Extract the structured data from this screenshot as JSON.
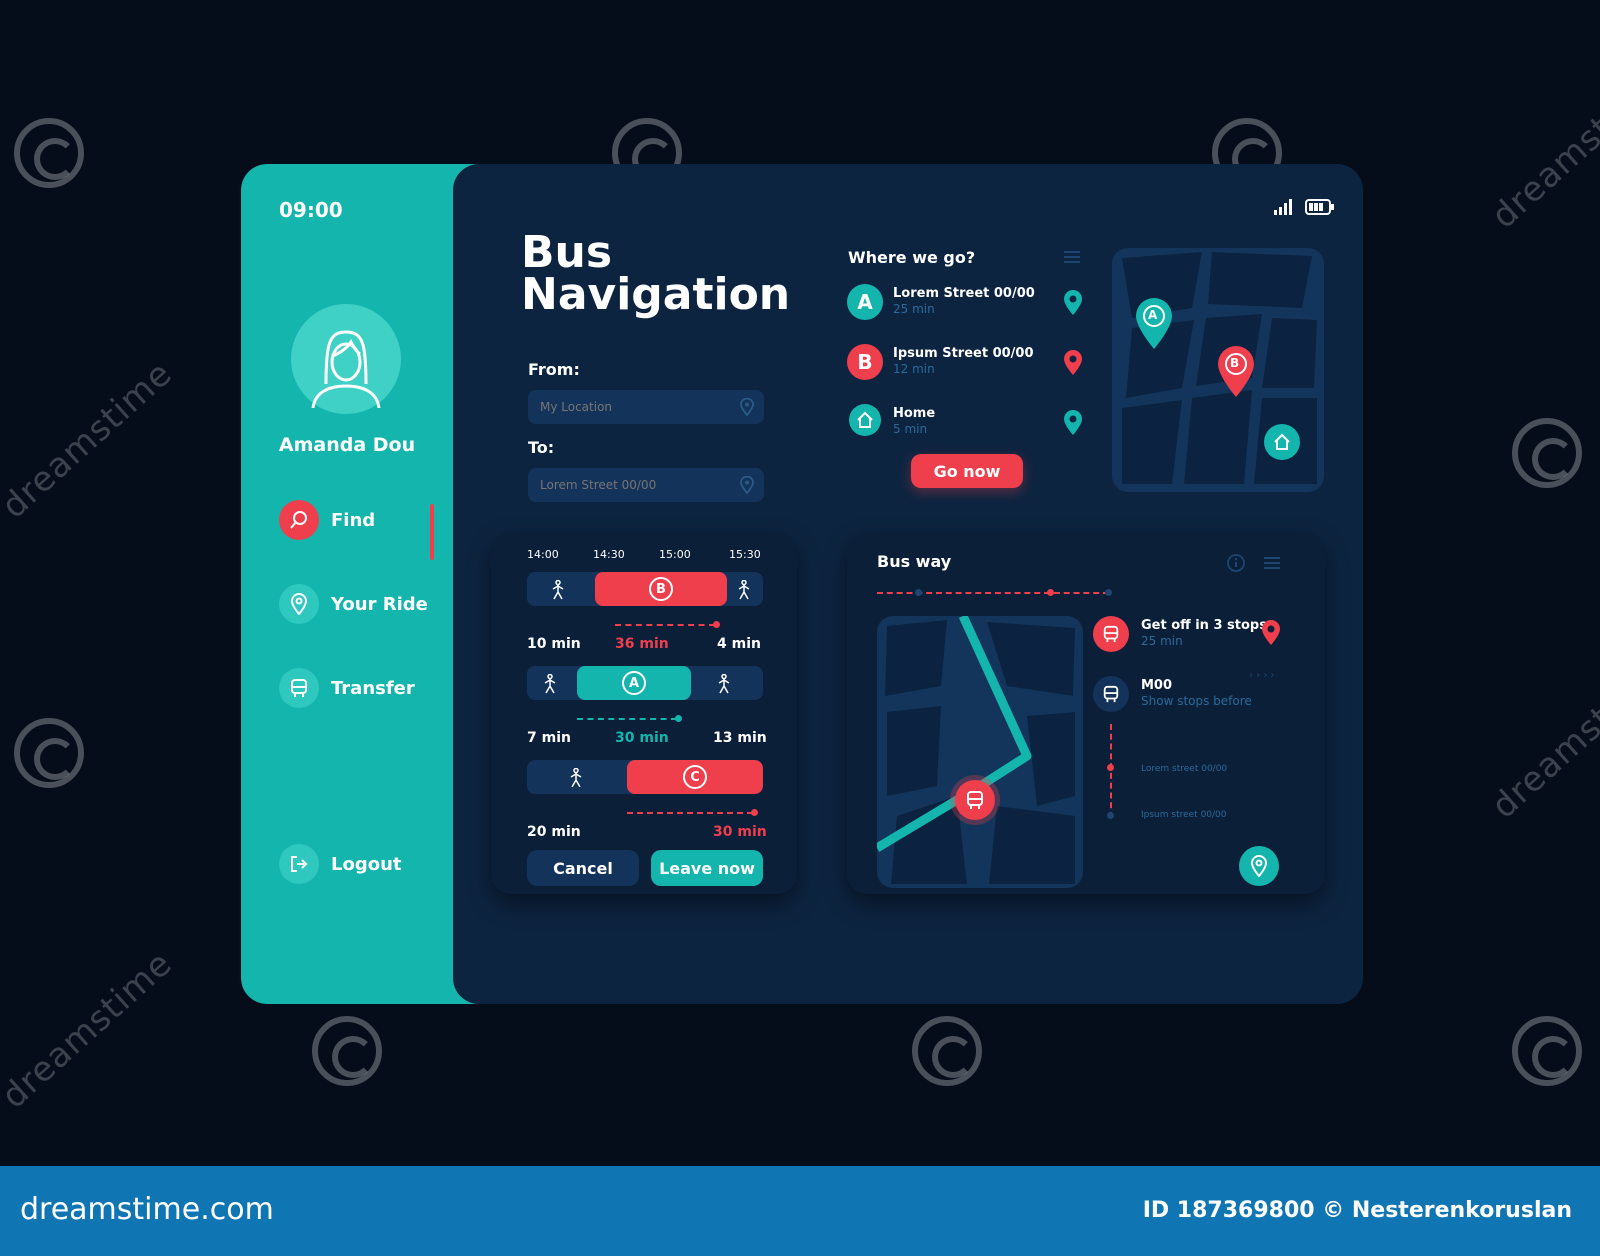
{
  "status": {
    "time": "09:00"
  },
  "user": {
    "name": "Amanda Dou"
  },
  "nav": {
    "find": "Find",
    "your_ride": "Your Ride",
    "transfer": "Transfer",
    "logout": "Logout"
  },
  "header": {
    "title_line1": "Bus",
    "title_line2": "Navigation"
  },
  "route_form": {
    "from_label": "From:",
    "from_placeholder": "My Location",
    "to_label": "To:",
    "to_placeholder": "Lorem Street 00/00"
  },
  "schedule": {
    "times": [
      "14:00",
      "14:30",
      "15:00",
      "15:30"
    ],
    "options": [
      {
        "bus": "B",
        "walk_before": "10 min",
        "ride": "36 min",
        "walk_after": "4 min"
      },
      {
        "bus": "A",
        "walk_before": "7 min",
        "ride": "30 min",
        "walk_after": "13 min"
      },
      {
        "bus": "C",
        "walk_before": "20 min",
        "ride": "30 min"
      }
    ],
    "cancel_label": "Cancel",
    "leave_label": "Leave now"
  },
  "destinations": {
    "title": "Where we go?",
    "items": [
      {
        "badge": "A",
        "name": "Lorem Street 00/00",
        "time": "25 min"
      },
      {
        "badge": "B",
        "name": "Ipsum Street 00/00",
        "time": "12 min"
      },
      {
        "badge": "home",
        "name": "Home",
        "time": "5 min"
      }
    ],
    "go_label": "Go now"
  },
  "map_markers": {
    "a": "A",
    "b": "B"
  },
  "bus_way": {
    "title": "Bus way",
    "steps": [
      {
        "name": "Get off in 3 stops",
        "sub": "25 min"
      },
      {
        "name": "M00",
        "sub": "Show stops before"
      }
    ],
    "stops": [
      "Lorem street 00/00",
      "Ipsum street 00/00"
    ]
  },
  "footer": {
    "logo": "dreamstime.com",
    "credit": "ID 187369800 © Nesterenkoruslan"
  },
  "watermark": {
    "text": "dreamstime"
  },
  "colors": {
    "teal": "#13b5ad",
    "red": "#ef3e4c",
    "navy": "#0d2440",
    "card": "#0b1f38",
    "field": "#14335a"
  },
  "icons": [
    "signal-icon",
    "battery-icon",
    "search-icon",
    "pin-icon",
    "bus-icon",
    "logout-icon",
    "walk-icon",
    "home-icon",
    "info-icon",
    "menu-icon"
  ]
}
